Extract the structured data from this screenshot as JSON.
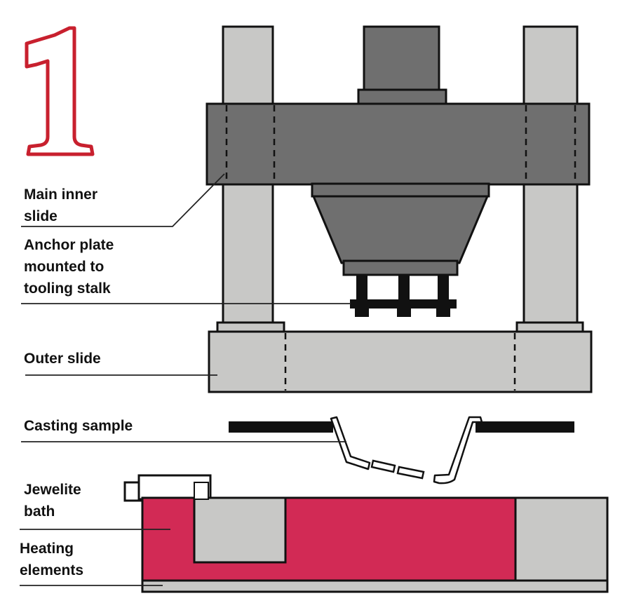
{
  "figure_number": "1",
  "labels": {
    "main_inner_slide": [
      "Main inner",
      "slide"
    ],
    "anchor_plate": [
      "Anchor plate",
      "mounted to",
      "tooling stalk"
    ],
    "outer_slide": [
      "Outer slide"
    ],
    "casting_sample": [
      "Casting sample"
    ],
    "jewelite_bath": [
      "Jewelite",
      "bath"
    ],
    "heating_elements": [
      "Heating",
      "elements"
    ]
  },
  "colors": {
    "column": "#c8c8c6",
    "column_shade": "#b9b9b7",
    "dark_steel": "#6f6f6f",
    "dark_steel_light": "#7d7d7d",
    "outline": "#111111",
    "bath": "#d22a55",
    "figure_number_outline": "#c8202e",
    "leader_line": "#222222"
  }
}
